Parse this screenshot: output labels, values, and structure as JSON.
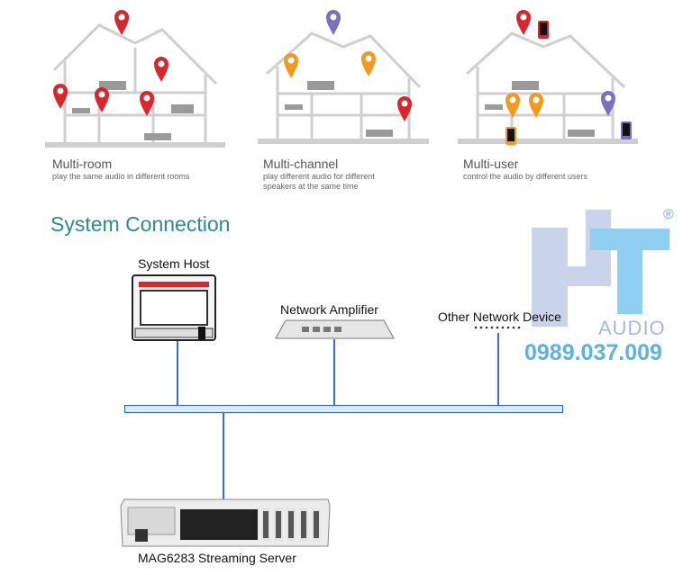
{
  "modes": [
    {
      "title": "Multi-room",
      "desc": "play the same audio in different rooms"
    },
    {
      "title": "Multi-channel",
      "desc": "play different audio for different speakers at the same time"
    },
    {
      "title": "Multi-user",
      "desc": "control the audio by different users"
    }
  ],
  "section_title": "System Connection",
  "nodes": {
    "host": "System Host",
    "amplifier": "Network Amplifier",
    "other": "Other Network Device",
    "server": "MAG6283 Streaming Server"
  },
  "watermark": {
    "brand": "HT",
    "sub": "AUDIO",
    "registered": "®",
    "phone": "0989.037.009"
  },
  "colors": {
    "accent": "#2a8c8c",
    "pin_red": "#d7262c",
    "pin_orange": "#f39a1e",
    "pin_purple": "#7b6fc0",
    "bus_line": "#3a6cc8",
    "logo_blue": "#8fd0f2",
    "phone_blue": "#5bb2e6"
  }
}
